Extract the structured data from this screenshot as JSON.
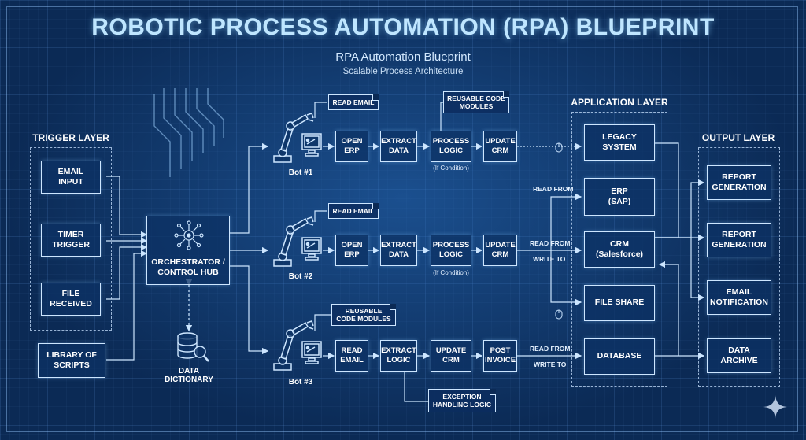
{
  "title": "ROBOTIC PROCESS AUTOMATION (RPA) BLUEPRINT",
  "subtitle": "RPA Automation Blueprint",
  "subsubtitle": "Scalable Process Architecture",
  "trigger_layer": {
    "label": "TRIGGER LAYER",
    "items": [
      "EMAIL\nINPUT",
      "TIMER\nTRIGGER",
      "FILE\nRECEIVED"
    ]
  },
  "library": "LIBRARY OF\nSCRIPTS",
  "orchestrator": "ORCHESTRATOR /\nCONTROL HUB",
  "data_dictionary": "DATA\nDICTIONARY",
  "bots": [
    {
      "name": "Bot #1",
      "note": "READ EMAIL",
      "steps": [
        "OPEN\nERP",
        "EXTRACT\nDATA",
        "PROCESS\nLOGIC",
        "UPDATE\nCRM"
      ],
      "condition": "(If Condition)",
      "extra_note": "REUSABLE CODE\nMODULES"
    },
    {
      "name": "Bot #2",
      "note": "READ EMAIL",
      "steps": [
        "OPEN\nERP",
        "EXTRACT\nDATA",
        "PROCESS\nLOGIC",
        "UPDATE\nCRM"
      ],
      "condition": "(If Condition)"
    },
    {
      "name": "Bot #3",
      "note": "REUSABLE\nCODE MODULES",
      "steps": [
        "READ\nEMAIL",
        "EXTRACT\nLOGIC",
        "UPDATE\nCRM",
        "POST\nINVOICE"
      ],
      "extra_note": "EXCEPTION\nHANDLING LOGIC"
    }
  ],
  "application_layer": {
    "label": "APPLICATION LAYER",
    "items": [
      "LEGACY\nSYSTEM",
      "ERP\n(SAP)",
      "CRM\n(Salesforce)",
      "FILE SHARE",
      "DATABASE"
    ]
  },
  "edge_labels": {
    "read_from": "READ FROM",
    "write_to": "WRITE TO"
  },
  "output_layer": {
    "label": "OUTPUT LAYER",
    "items": [
      "REPORT\nGENERATION",
      "REPORT\nGENERATION",
      "EMAIL\nNOTIFICATION",
      "DATA\nARCHIVE"
    ]
  },
  "colors": {
    "background": "#0b2a55",
    "line": "#cde6ff",
    "title": "#bfe6ff"
  }
}
